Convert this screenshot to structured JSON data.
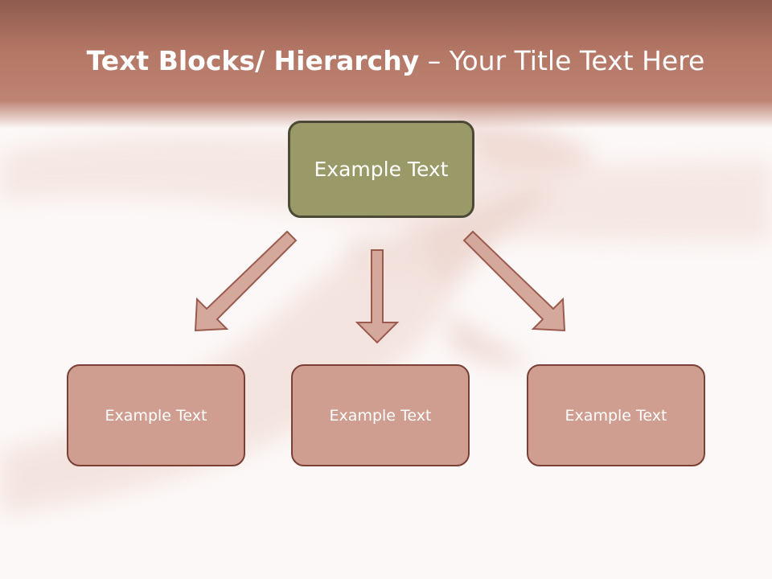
{
  "title": {
    "bold_part": "Text Blocks/ Hierarchy",
    "rest_part": " – Your Title Text Here"
  },
  "diagram": {
    "root": {
      "label": "Example Text"
    },
    "children": [
      {
        "label": "Example Text"
      },
      {
        "label": "Example Text"
      },
      {
        "label": "Example Text"
      }
    ]
  },
  "colors": {
    "title_band": "#b47766",
    "root_fill": "#9a9a68",
    "root_border": "#4a4a36",
    "child_fill": "#d09e91",
    "child_border": "#7a3f35",
    "arrow_fill": "#d5a89c",
    "arrow_stroke": "#9b5a4d"
  }
}
